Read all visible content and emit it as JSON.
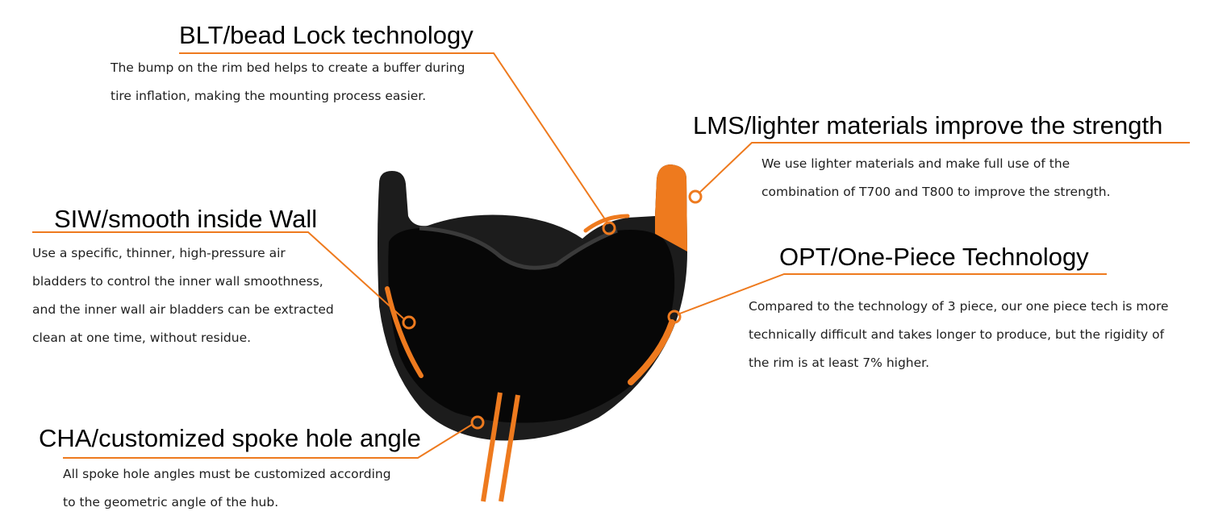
{
  "colors": {
    "accent": "#ee7a1e",
    "rim": "#1c1c1c",
    "rim_inner": "#070707",
    "rim_highlight": "#3a3a3a",
    "text": "#000000"
  },
  "callouts": {
    "blt": {
      "title": "BLT/bead Lock technology",
      "lines": [
        "The bump on the rim bed helps to create a buffer during",
        "tire inflation, making the mounting process easier."
      ]
    },
    "lms": {
      "title": "LMS/lighter materials improve the strength",
      "lines": [
        "We use lighter materials and make full use of the",
        "combination of T700 and T800 to improve the strength."
      ]
    },
    "siw": {
      "title": "SIW/smooth inside Wall",
      "lines": [
        "Use a specific, thinner, high-pressure air",
        "bladders to control the inner wall smoothness,",
        "and the inner wall air bladders can be extracted",
        "clean at one time, without residue."
      ]
    },
    "opt": {
      "title": "OPT/One-Piece Technology",
      "lines": [
        "Compared to the technology of 3 piece, our one piece tech is more",
        "technically difficult and takes longer to produce, but the rigidity of",
        "the rim is at least 7% higher."
      ]
    },
    "cha": {
      "title": "CHA/customized spoke hole angle",
      "lines": [
        "All spoke hole angles must be customized according",
        "to the geometric angle of the hub."
      ]
    }
  }
}
